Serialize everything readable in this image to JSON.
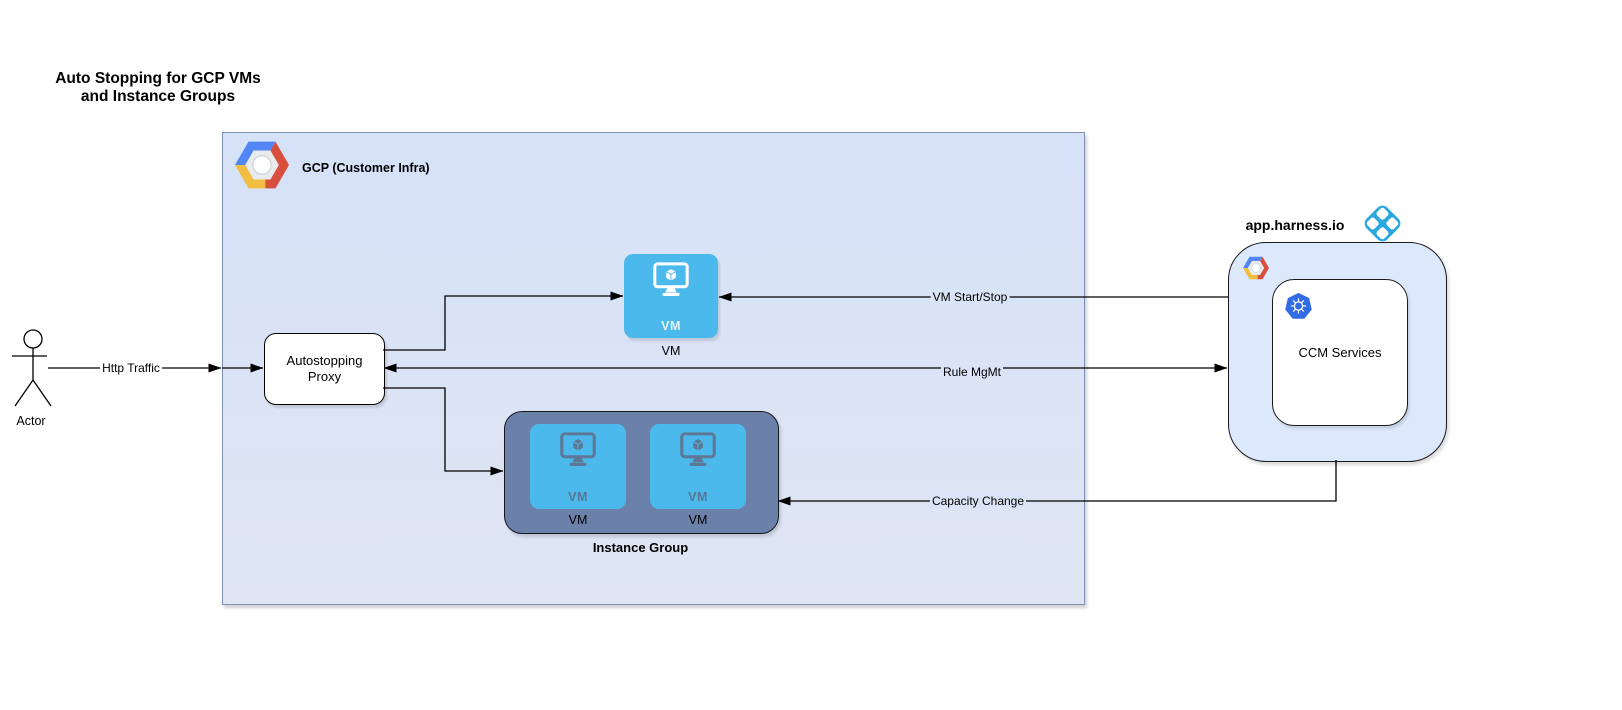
{
  "title": {
    "line1": "Auto Stopping for GCP VMs",
    "line2": "and Instance Groups"
  },
  "actor": {
    "caption": "Actor"
  },
  "edges": {
    "http_traffic": {
      "label": "Http Traffic"
    },
    "vm_start_stop": {
      "label": "VM Start/Stop"
    },
    "rule_mgmt": {
      "label": "Rule MgMt"
    },
    "capacity_change": {
      "label": "Capacity Change"
    }
  },
  "gcp": {
    "label": "GCP (Customer Infra)",
    "vm": {
      "icon_label": "VM",
      "caption": "VM"
    },
    "instance_group": {
      "caption": "Instance Group",
      "tiles": [
        {
          "icon_label": "VM",
          "caption": "VM"
        },
        {
          "icon_label": "VM",
          "caption": "VM"
        }
      ]
    }
  },
  "harness": {
    "domain_label": "app.harness.io",
    "ccm": {
      "label": "CCM Services"
    }
  },
  "colors": {
    "vm_tile_blue": "#4cb9ec",
    "instance_group_blue": "#6b81aa",
    "gcp_box_fill": "#d9e3f6",
    "harness_box_fill": "#dce8fc",
    "kubernetes_blue": "#326ce5",
    "harness_logo_blue": "#2ba7e0",
    "gcp_logo_blue": "#5286f5",
    "gcp_logo_red": "#d94f3d",
    "gcp_logo_yellow": "#f1bd42"
  }
}
